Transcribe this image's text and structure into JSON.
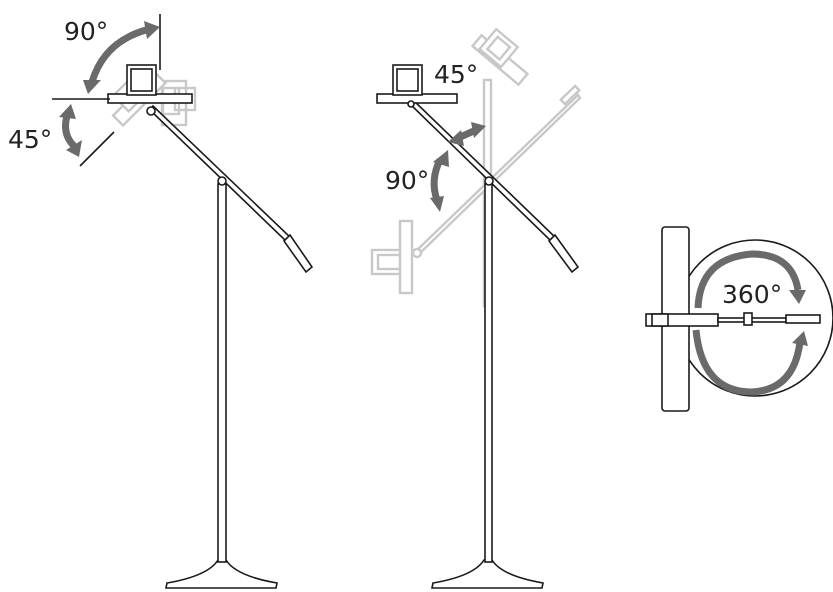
{
  "labels": {
    "left_tilt": "90°",
    "left_lower": "45°",
    "mid_upper": "45°",
    "mid_lower": "90°",
    "rotation": "360°"
  },
  "colors": {
    "line": "#1a1a1a",
    "ghost": "#c8c8c8",
    "arrow": "#6a6a6a",
    "background": "#ffffff"
  }
}
